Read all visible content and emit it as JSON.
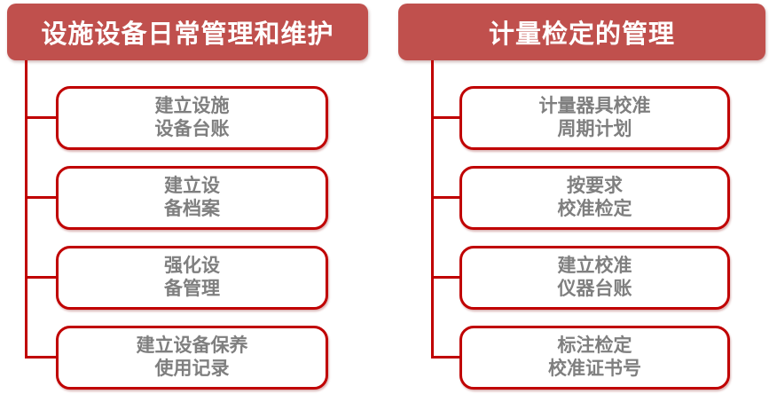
{
  "colors": {
    "header_fill": "#C0504D",
    "header_text": "#FFFFFF",
    "connector_red": "#C00000",
    "box_border": "#C00000",
    "box_text": "#7F7F7F",
    "background": "#FFFFFF"
  },
  "columns": [
    {
      "title": "设施设备日常管理和维护",
      "items": [
        {
          "line1": "建立设施",
          "line2": "设备台账"
        },
        {
          "line1": "建立设",
          "line2": "备档案"
        },
        {
          "line1": "强化设",
          "line2": "备管理"
        },
        {
          "line1": "建立设备保养",
          "line2": "使用记录"
        }
      ]
    },
    {
      "title": "计量检定的管理",
      "items": [
        {
          "line1": "计量器具校准",
          "line2": "周期计划"
        },
        {
          "line1": "按要求",
          "line2": "校准检定"
        },
        {
          "line1": "建立校准",
          "line2": "仪器台账"
        },
        {
          "line1": "标注检定",
          "line2": "校准证书号"
        }
      ]
    }
  ]
}
